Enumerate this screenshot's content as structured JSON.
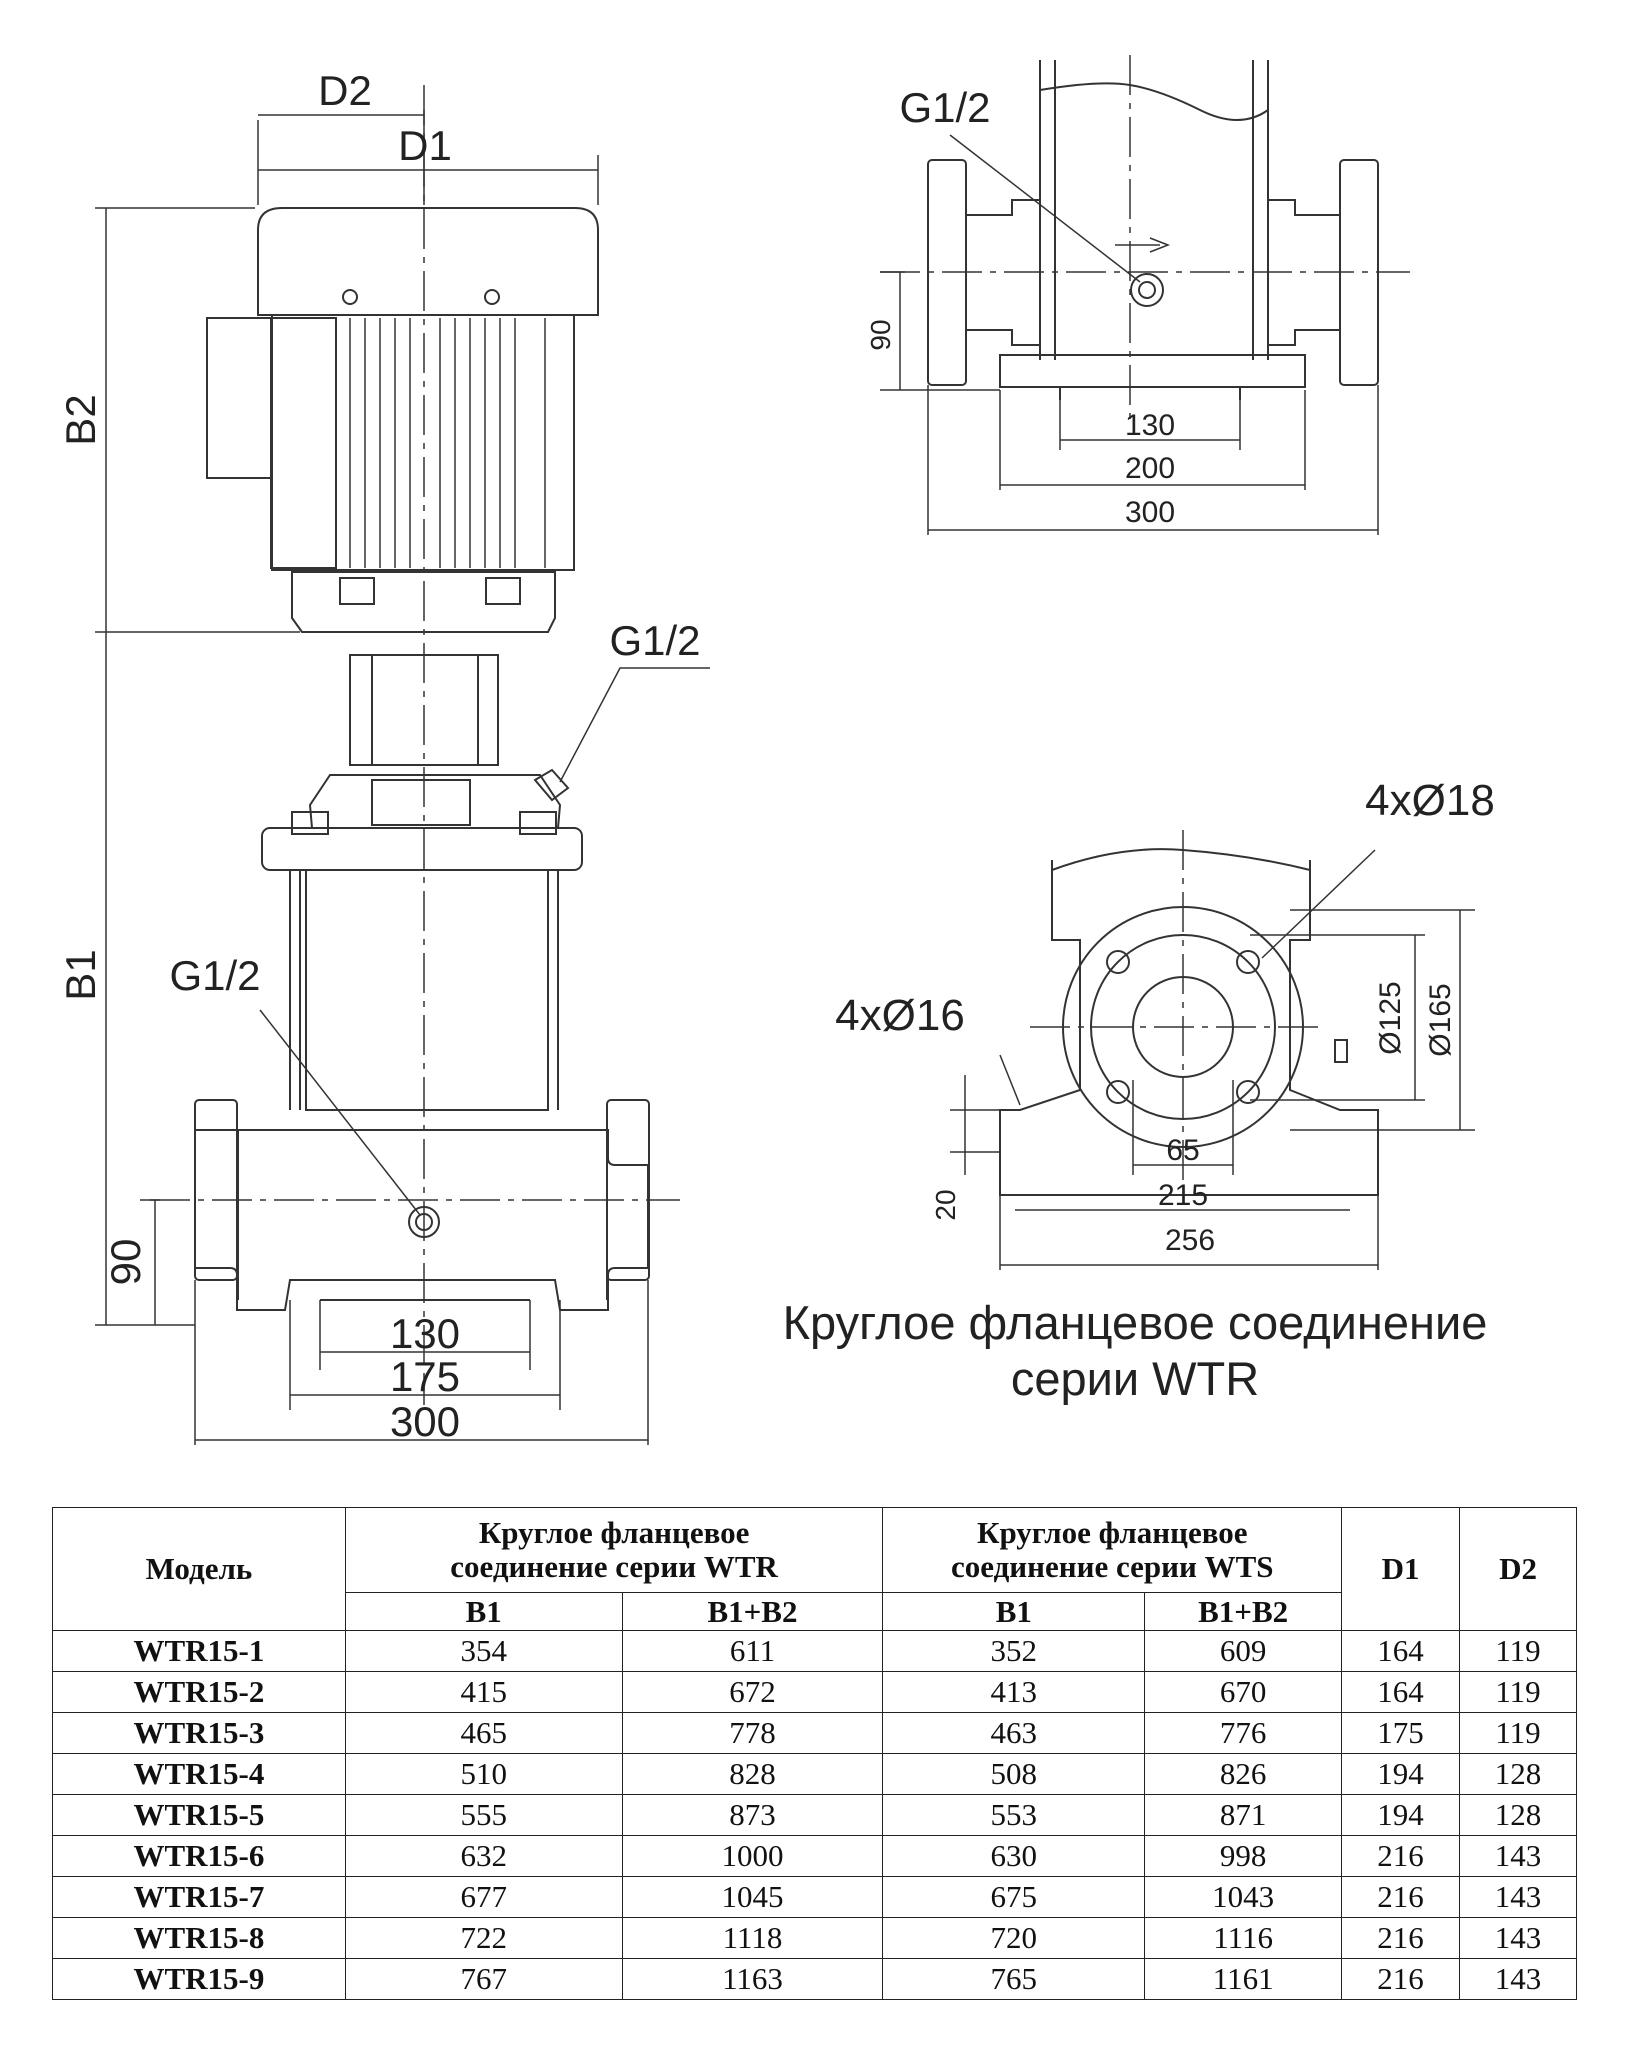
{
  "front_view": {
    "labels": {
      "d2": "D2",
      "d1": "D1",
      "b2": "B2",
      "b1": "B1",
      "g_top": "G1/2",
      "g_bottom": "G1/2"
    },
    "dims": {
      "h90": "90",
      "w130": "130",
      "w175": "175",
      "w300": "300"
    }
  },
  "side_view": {
    "labels": {
      "g": "G1/2"
    },
    "dims": {
      "h90": "90",
      "w130": "130",
      "w200": "200",
      "w300": "300"
    }
  },
  "flange_view": {
    "labels": {
      "holes_large": "4xØ18",
      "holes_small": "4xØ16"
    },
    "dims": {
      "d125": "Ø125",
      "d165": "Ø165",
      "w65": "65",
      "w215": "215",
      "w256": "256",
      "h20": "20"
    }
  },
  "caption": {
    "line1": "Круглое фланцевое соединение",
    "line2": "серии WTR"
  },
  "table": {
    "header_model": "Модель",
    "group_wtr_line1": "Круглое фланцевое",
    "group_wtr_line2": "соединение серии WTR",
    "group_wts_line1": "Круглое фланцевое",
    "group_wts_line2": "соединение серии WTS",
    "header_d1": "D1",
    "header_d2": "D2",
    "sub_b1": "B1",
    "sub_b1b2": "B1+B2",
    "rows": [
      [
        "WTR15-1",
        "354",
        "611",
        "352",
        "609",
        "164",
        "119"
      ],
      [
        "WTR15-2",
        "415",
        "672",
        "413",
        "670",
        "164",
        "119"
      ],
      [
        "WTR15-3",
        "465",
        "778",
        "463",
        "776",
        "175",
        "119"
      ],
      [
        "WTR15-4",
        "510",
        "828",
        "508",
        "826",
        "194",
        "128"
      ],
      [
        "WTR15-5",
        "555",
        "873",
        "553",
        "871",
        "194",
        "128"
      ],
      [
        "WTR15-6",
        "632",
        "1000",
        "630",
        "998",
        "216",
        "143"
      ],
      [
        "WTR15-7",
        "677",
        "1045",
        "675",
        "1043",
        "216",
        "143"
      ],
      [
        "WTR15-8",
        "722",
        "1118",
        "720",
        "1116",
        "216",
        "143"
      ],
      [
        "WTR15-9",
        "767",
        "1163",
        "765",
        "1161",
        "216",
        "143"
      ]
    ]
  }
}
